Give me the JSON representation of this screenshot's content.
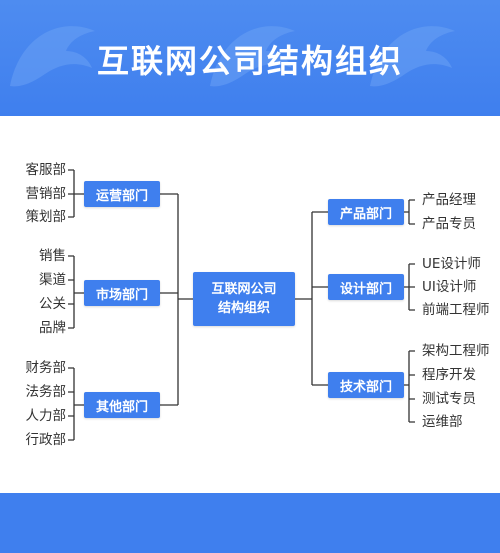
{
  "title": "互联网公司结构组织",
  "colors": {
    "brand_blue": "#3f7fee",
    "line": "#333333"
  },
  "decoration": "dolphin-watermark",
  "center": {
    "line1": "互联网公司",
    "line2": "结构组织"
  },
  "left_groups": [
    {
      "label": "运营部门",
      "items": [
        "客服部",
        "营销部",
        "策划部"
      ]
    },
    {
      "label": "市场部门",
      "items": [
        "销售",
        "渠道",
        "公关",
        "品牌"
      ]
    },
    {
      "label": "其他部门",
      "items": [
        "财务部",
        "法务部",
        "人力部",
        "行政部"
      ]
    }
  ],
  "right_groups": [
    {
      "label": "产品部门",
      "items": [
        "产品经理",
        "产品专员"
      ]
    },
    {
      "label": "设计部门",
      "items": [
        "UE设计师",
        "UI设计师",
        "前端工程师"
      ]
    },
    {
      "label": "技术部门",
      "items": [
        "架构工程师",
        "程序开发",
        "测试专员",
        "运维部"
      ]
    }
  ]
}
